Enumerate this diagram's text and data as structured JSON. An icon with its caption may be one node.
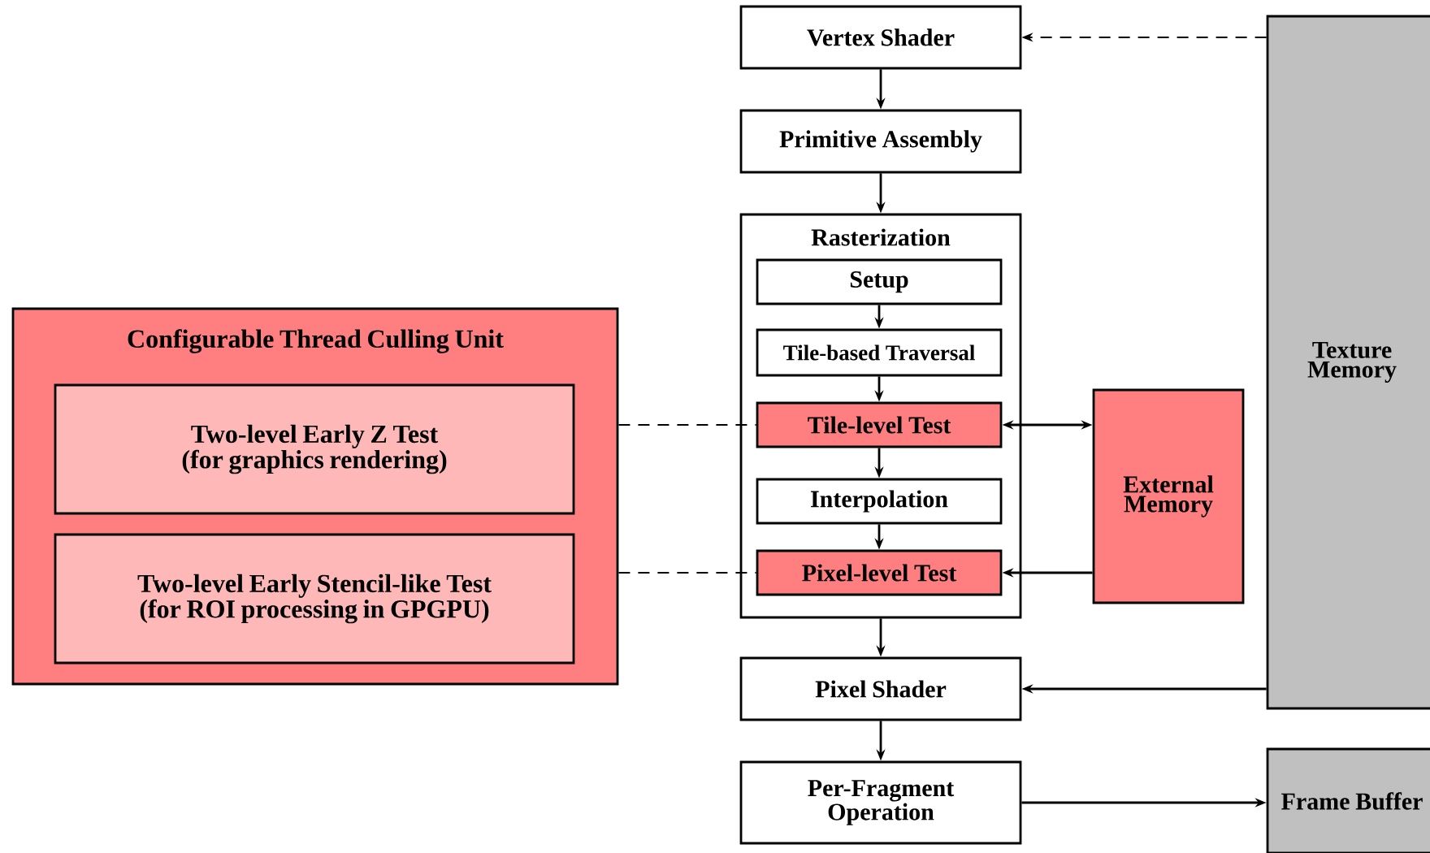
{
  "diagram": {
    "nodes": [
      {
        "text": [
          "Configurable Thread Culling Unit"
        ]
      },
      {
        "text": [
          "Two-level Early Z Test",
          "(for graphics rendering)"
        ],
        "in": 0
      },
      {
        "text": [
          "Two-level Early Stencil-like Test",
          "(for ROI processing in GPGPU)"
        ],
        "in": 0
      },
      {
        "text": [
          "Vertex Shader"
        ]
      },
      {
        "text": [
          "Primitive Assembly"
        ]
      },
      {
        "text": [
          "Rasterization"
        ]
      },
      {
        "text": [
          "Setup"
        ],
        "in": 5
      },
      {
        "text": [
          "Tile-based Traversal"
        ],
        "in": 5
      },
      {
        "text": [
          "Tile-level Test"
        ],
        "in": 5
      },
      {
        "text": [
          "Interpolation"
        ],
        "in": 5
      },
      {
        "text": [
          "Pixel-level Test"
        ],
        "in": 5
      },
      {
        "text": [
          "Pixel Shader"
        ]
      },
      {
        "text": [
          "Per-Fragment Operation"
        ]
      },
      {
        "text": [
          "Texture Memory"
        ]
      },
      {
        "text": [
          "External Memory"
        ]
      },
      {
        "text": [
          "Frame Buffer"
        ]
      }
    ],
    "edges": [
      {
        "from": 13,
        "to": 3,
        "arrow": "to",
        "style": "dashed"
      },
      {
        "from": 3,
        "to": 4,
        "arrow": "to"
      },
      {
        "from": 4,
        "to": 5,
        "arrow": "to"
      },
      {
        "from": 6,
        "to": 7,
        "arrow": "to"
      },
      {
        "from": 7,
        "to": 8,
        "arrow": "to"
      },
      {
        "from": 8,
        "to": 14,
        "arrow": "both"
      },
      {
        "from": 8,
        "to": 9,
        "arrow": "to"
      },
      {
        "from": 9,
        "to": 10,
        "arrow": "to"
      },
      {
        "from": 14,
        "to": 10,
        "arrow": "to"
      },
      {
        "from": 5,
        "to": 11,
        "arrow": "to"
      },
      {
        "from": 13,
        "to": 11,
        "arrow": "to"
      },
      {
        "from": 11,
        "to": 12,
        "arrow": "to"
      },
      {
        "from": 12,
        "to": 15,
        "arrow": "to"
      },
      {
        "from": 0,
        "to": 8,
        "arrow": "none",
        "style": "dashed"
      },
      {
        "from": 0,
        "to": 10,
        "arrow": "none",
        "style": "dashed"
      }
    ]
  }
}
